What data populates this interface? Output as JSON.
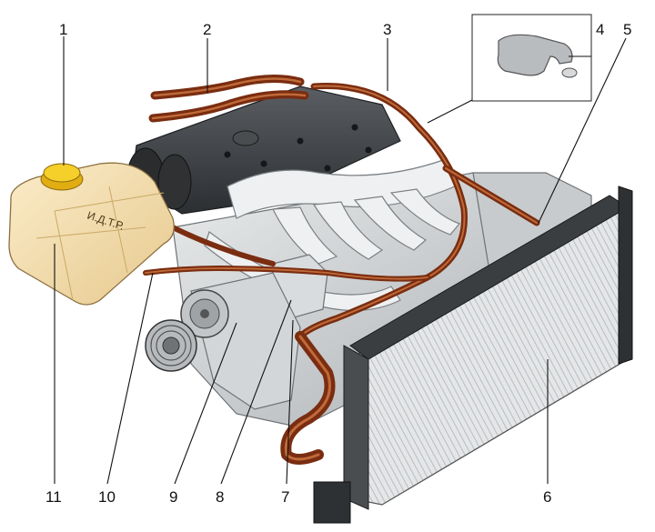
{
  "diagram": {
    "callouts": [
      {
        "id": "1",
        "label": "1"
      },
      {
        "id": "2",
        "label": "2"
      },
      {
        "id": "3",
        "label": "3"
      },
      {
        "id": "4",
        "label": "4"
      },
      {
        "id": "5",
        "label": "5"
      },
      {
        "id": "6",
        "label": "6"
      },
      {
        "id": "7",
        "label": "7"
      },
      {
        "id": "8",
        "label": "8"
      },
      {
        "id": "9",
        "label": "9"
      },
      {
        "id": "10",
        "label": "10"
      },
      {
        "id": "11",
        "label": "11"
      }
    ],
    "tank_marking": "И.Д.Т.Р.",
    "colors": {
      "hose": "#8a3414",
      "hose_highlight": "#c26a3c",
      "tank": "#f3dcae",
      "cap": "#f2c21c",
      "engine": "#cfd2d4",
      "engine_dark": "#3a3d40",
      "radiator": "#e2e4e6"
    }
  }
}
